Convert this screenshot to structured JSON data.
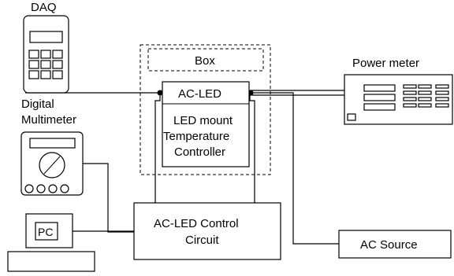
{
  "labels": {
    "daq": "DAQ",
    "digital": "Digital",
    "multimeter": "Multimeter",
    "box": "Box",
    "ac_led": "AC-LED",
    "led_mount_1": "LED mount",
    "led_mount_2": "Temperature",
    "led_mount_3": "Controller",
    "power_meter": "Power meter",
    "control_1": "AC-LED Control",
    "control_2": "Circuit",
    "ac_source": "AC Source",
    "pc": "PC"
  }
}
